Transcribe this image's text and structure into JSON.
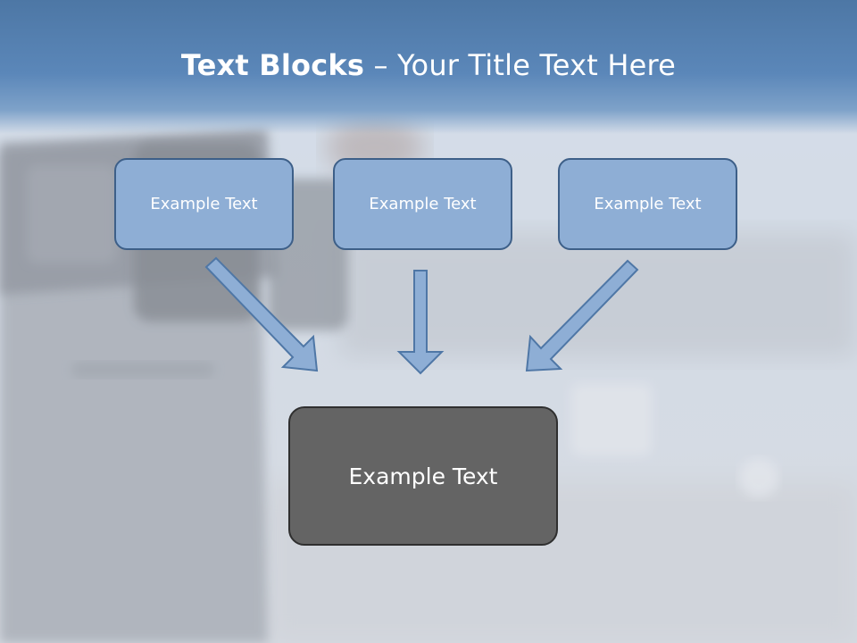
{
  "slide": {
    "title_bold": "Text Blocks",
    "title_rest": " – Your Title Text Here"
  },
  "blocks": [
    {
      "label": "Example Text"
    },
    {
      "label": "Example Text"
    },
    {
      "label": "Example Text"
    }
  ],
  "target_block": {
    "label": "Example Text"
  },
  "colors": {
    "header": "#5b87b9",
    "block_fill": "#8eaed5",
    "block_border": "#3d5f88",
    "target_fill": "#646464",
    "arrow_fill": "#8eaed5"
  }
}
